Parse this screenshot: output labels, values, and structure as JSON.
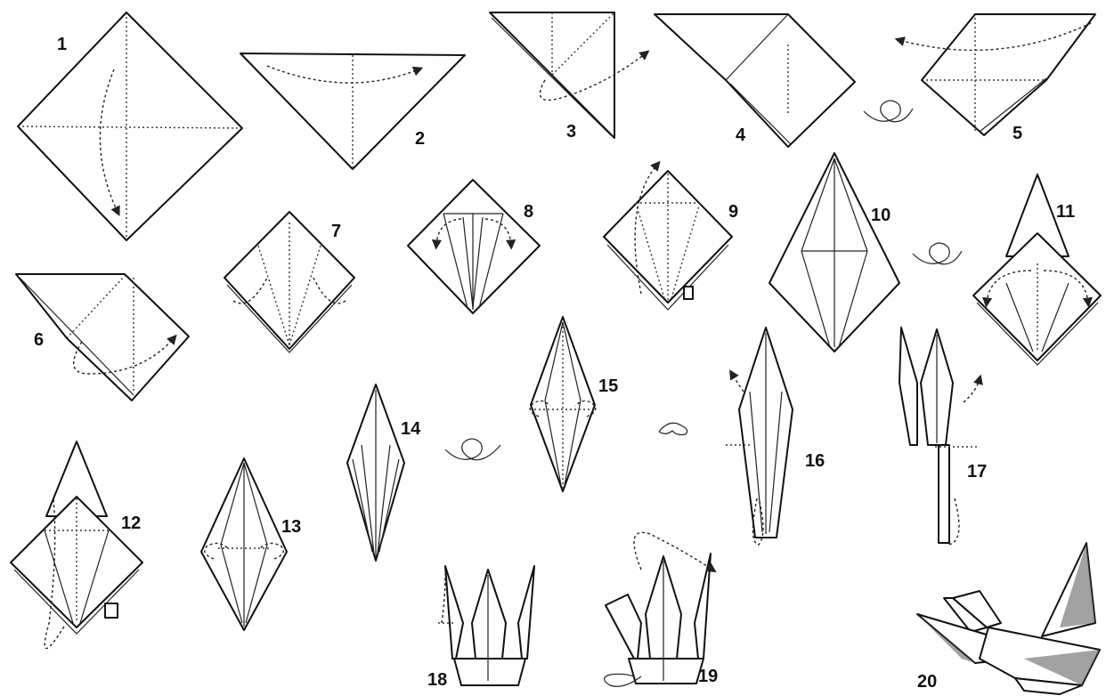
{
  "steps": [
    {
      "label": "1"
    },
    {
      "label": "2"
    },
    {
      "label": "3"
    },
    {
      "label": "4"
    },
    {
      "label": "5"
    },
    {
      "label": "6"
    },
    {
      "label": "7"
    },
    {
      "label": "8"
    },
    {
      "label": "9"
    },
    {
      "label": "10"
    },
    {
      "label": "11"
    },
    {
      "label": "12"
    },
    {
      "label": "13"
    },
    {
      "label": "14"
    },
    {
      "label": "15"
    },
    {
      "label": "16"
    },
    {
      "label": "17"
    },
    {
      "label": "18"
    },
    {
      "label": "19"
    },
    {
      "label": "20"
    }
  ]
}
